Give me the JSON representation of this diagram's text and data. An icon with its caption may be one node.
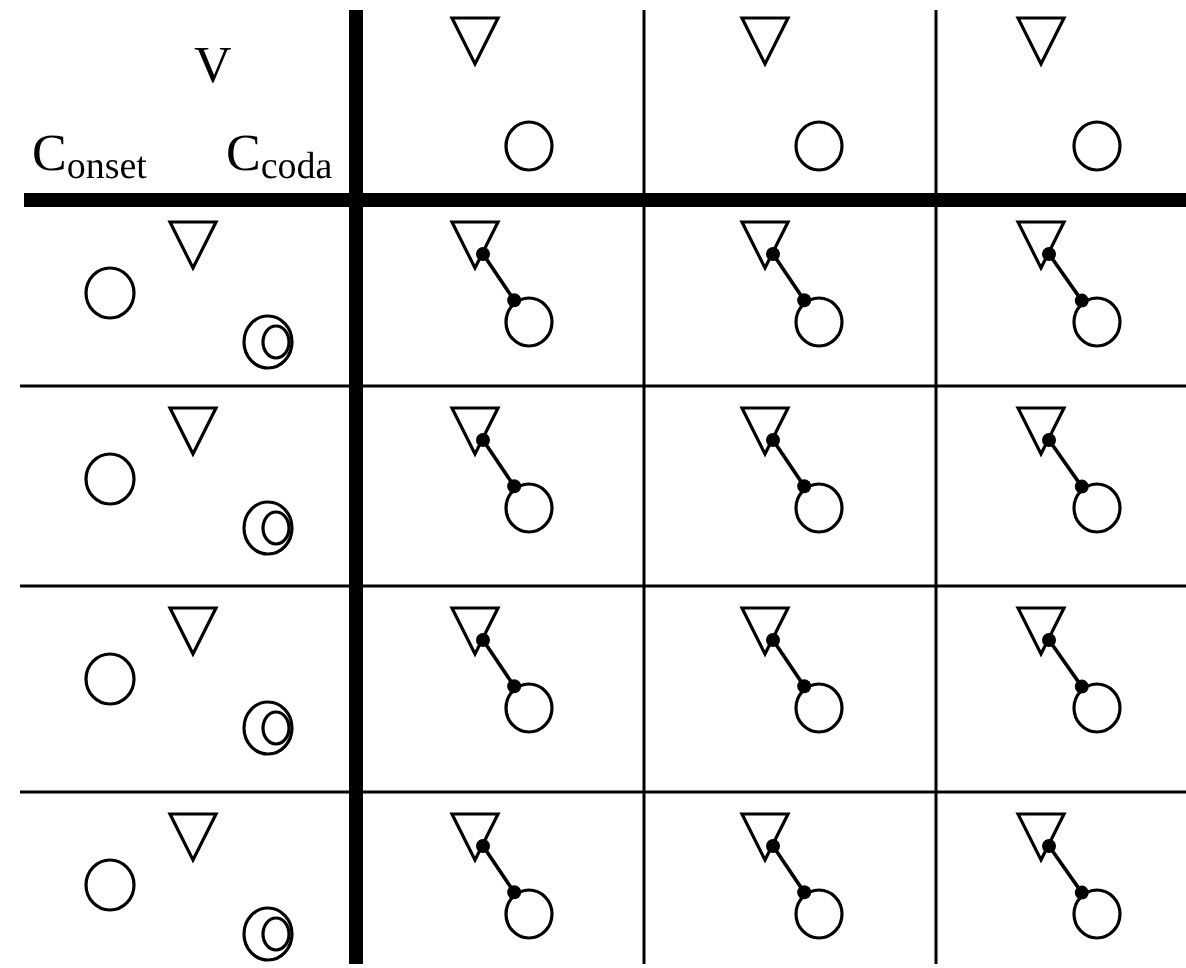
{
  "diagram": {
    "nodes": [
      {
        "text": [],
        "shape": "triangle"
      },
      {
        "text": [],
        "shape": "circle"
      },
      {
        "text": [],
        "shape": "triangle"
      },
      {
        "text": [],
        "shape": "circle"
      },
      {
        "text": [],
        "shape": "triangle"
      },
      {
        "text": [],
        "shape": "circle"
      },
      {
        "text": [],
        "shape": "circle"
      },
      {
        "text": [],
        "shape": "triangle"
      },
      {
        "text": [],
        "shape": "doublecircle"
      },
      {
        "text": [],
        "shape": "triangle"
      },
      {
        "text": [],
        "shape": "circle"
      },
      {
        "text": [],
        "shape": "triangle"
      },
      {
        "text": [],
        "shape": "circle"
      },
      {
        "text": [],
        "shape": "triangle"
      },
      {
        "text": [],
        "shape": "circle"
      },
      {
        "text": [],
        "shape": "circle"
      },
      {
        "text": [],
        "shape": "triangle"
      },
      {
        "text": [],
        "shape": "doublecircle"
      },
      {
        "text": [],
        "shape": "triangle"
      },
      {
        "text": [],
        "shape": "circle"
      },
      {
        "text": [],
        "shape": "triangle"
      },
      {
        "text": [],
        "shape": "circle"
      },
      {
        "text": [],
        "shape": "triangle"
      },
      {
        "text": [],
        "shape": "circle"
      },
      {
        "text": [],
        "shape": "circle"
      },
      {
        "text": [],
        "shape": "triangle"
      },
      {
        "text": [],
        "shape": "doublecircle"
      },
      {
        "text": [],
        "shape": "triangle"
      },
      {
        "text": [],
        "shape": "circle"
      },
      {
        "text": [],
        "shape": "triangle"
      },
      {
        "text": [],
        "shape": "circle"
      },
      {
        "text": [],
        "shape": "triangle"
      },
      {
        "text": [],
        "shape": "circle"
      },
      {
        "text": [],
        "shape": "circle"
      },
      {
        "text": [],
        "shape": "triangle"
      },
      {
        "text": [],
        "shape": "doublecircle"
      },
      {
        "text": [],
        "shape": "triangle"
      },
      {
        "text": [],
        "shape": "circle"
      },
      {
        "text": [],
        "shape": "triangle"
      },
      {
        "text": [],
        "shape": "circle"
      },
      {
        "text": [],
        "shape": "triangle"
      },
      {
        "text": [],
        "shape": "circle"
      }
    ],
    "edges": [
      {
        "from": 9,
        "to": 10,
        "arrow": "other"
      },
      {
        "from": 11,
        "to": 12,
        "arrow": "other"
      },
      {
        "from": 13,
        "to": 14,
        "arrow": "other"
      },
      {
        "from": 18,
        "to": 19,
        "arrow": "other"
      },
      {
        "from": 20,
        "to": 21,
        "arrow": "other"
      },
      {
        "from": 22,
        "to": 23,
        "arrow": "other"
      },
      {
        "from": 27,
        "to": 28,
        "arrow": "other"
      },
      {
        "from": 29,
        "to": 30,
        "arrow": "other"
      },
      {
        "from": 31,
        "to": 32,
        "arrow": "other"
      },
      {
        "from": 36,
        "to": 37,
        "arrow": "other"
      },
      {
        "from": 38,
        "to": 39,
        "arrow": "other"
      },
      {
        "from": 40,
        "to": 41,
        "arrow": "other"
      }
    ],
    "labels": [
      "V",
      "C$_{onset}$",
      "C$_{coda}$"
    ]
  }
}
